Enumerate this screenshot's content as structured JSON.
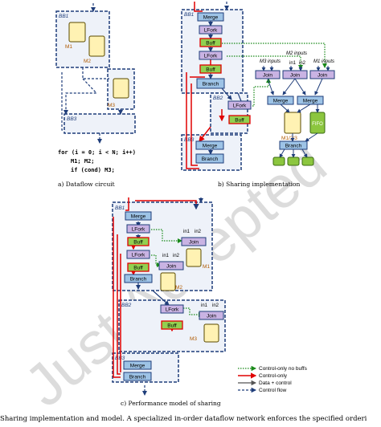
{
  "captions": {
    "a": "a) Dataflow circuit",
    "b": "b) Sharing implementation",
    "c": "c) Performance model of sharing"
  },
  "code": {
    "line1": "for (i = 0; i < N; i++)",
    "line2": "M1; M2;",
    "line3": "if (cond) M3;"
  },
  "blocks": {
    "bb1": "BB1",
    "bb2": "BB2",
    "bb3": "BB3"
  },
  "units": {
    "m1": "M1",
    "m2": "M2",
    "m3": "M3",
    "m123": "M1/2/3",
    "merge": "Merge",
    "lfork": "LFork",
    "buff": "Buff",
    "branch": "Branch",
    "join": "Join",
    "fifo": "FIFO"
  },
  "inputs": {
    "m3": "M3 inputs",
    "m2": "M2 inputs",
    "m1": "M1 inputs",
    "in1": "in1",
    "in2": "in2"
  },
  "legend": {
    "control_no_buffs": "Control-only no buffs",
    "control_only": "Control-only",
    "data_control": "Data + control",
    "control_flow": "Control flow"
  },
  "watermark": "Just Accepted",
  "footer": "Sharing implementation and model. A specialized in-order dataflow network enforces the specified orderi",
  "colors": {
    "block_fill": "#eef2f9",
    "block_border": "#1f3d7a",
    "merge_fill": "#9dc3e6",
    "lfork_fill": "#c9b3e3",
    "buff_fill": "#92d050",
    "unit_fill": "#fff2b3",
    "fifo_fill": "#8cc63f",
    "red": "#e00000",
    "green": "#1a8a1a",
    "navy": "#1f3d7a",
    "watermark": "#d9d9d9"
  }
}
